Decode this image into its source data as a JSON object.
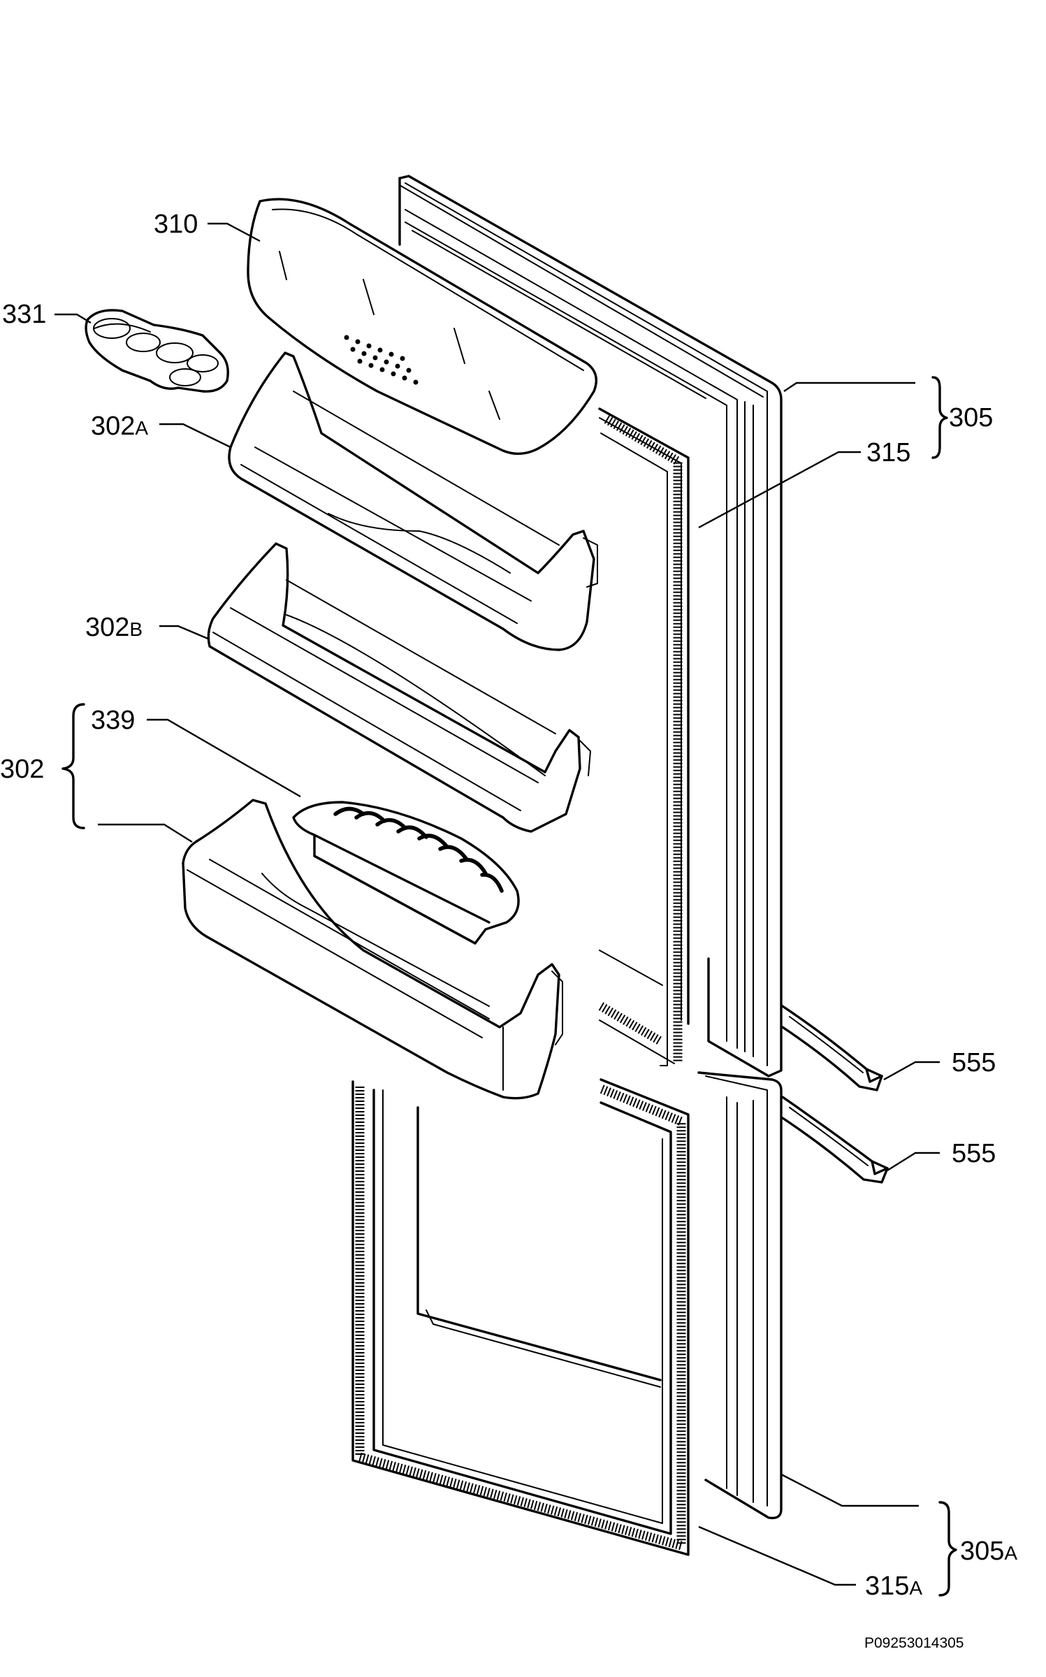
{
  "labels": {
    "p310": "310",
    "p331": "331",
    "p302a": "302",
    "p302a_suffix": "A",
    "p302b": "302",
    "p302b_suffix": "B",
    "p339": "339",
    "p302": "302",
    "p305": "305",
    "p315": "315",
    "p555_upper": "555",
    "p555_lower": "555",
    "p305a": "305",
    "p305a_suffix": "A",
    "p315a": "315",
    "p315a_suffix": "A"
  },
  "drawing_code": "P09253014305"
}
